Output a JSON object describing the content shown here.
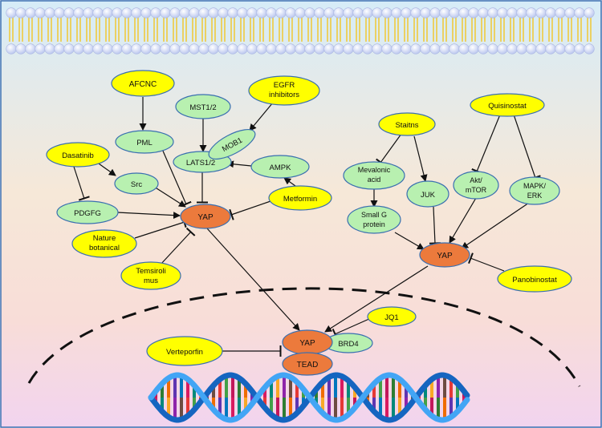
{
  "colors": {
    "inhibitor_fill": "#ffff00",
    "protein_fill": "#b8f0b0",
    "yap_fill": "#ec7a3c",
    "border": "#3a6fb0",
    "membrane_bead": "#c9d3f2",
    "membrane_tail": "#f3c316",
    "line": "#111111"
  },
  "nodes": {
    "afcnc": "AFCNC",
    "egfr_l1": "EGFR",
    "egfr_l2": "inhibitors",
    "mst": "MST1/2",
    "pml": "PML",
    "mob1": "MOB1",
    "lats": "LATS1/2",
    "ampk": "AMPK",
    "dasatinib": "Dasatinib",
    "src": "Src",
    "metformin": "Metformin",
    "pdgfg": "PDGFG",
    "yap_left": "YAP",
    "nature_l1": "Nature",
    "nature_l2": "botanical",
    "temsiroli_l1": "Temsiroli",
    "temsiroli_l2": "mus",
    "staitns": "Staitns",
    "quisinostat": "Quisinostat",
    "mevalonic_l1": "Mevalonic",
    "mevalonic_l2": "acid",
    "juk": "JUK",
    "akt_l1": "Akt/",
    "akt_l2": "mTOR",
    "mapk_l1": "MAPK/",
    "mapk_l2": "ERK",
    "smallg_l1": "Small G",
    "smallg_l2": "protein",
    "yap_right": "YAP",
    "panobinostat": "Panobinostat",
    "jq1": "JQ1",
    "verteporfin": "Verteporfin",
    "yap_nucleus": "YAP",
    "brd4": "BRD4",
    "tead": "TEAD"
  }
}
